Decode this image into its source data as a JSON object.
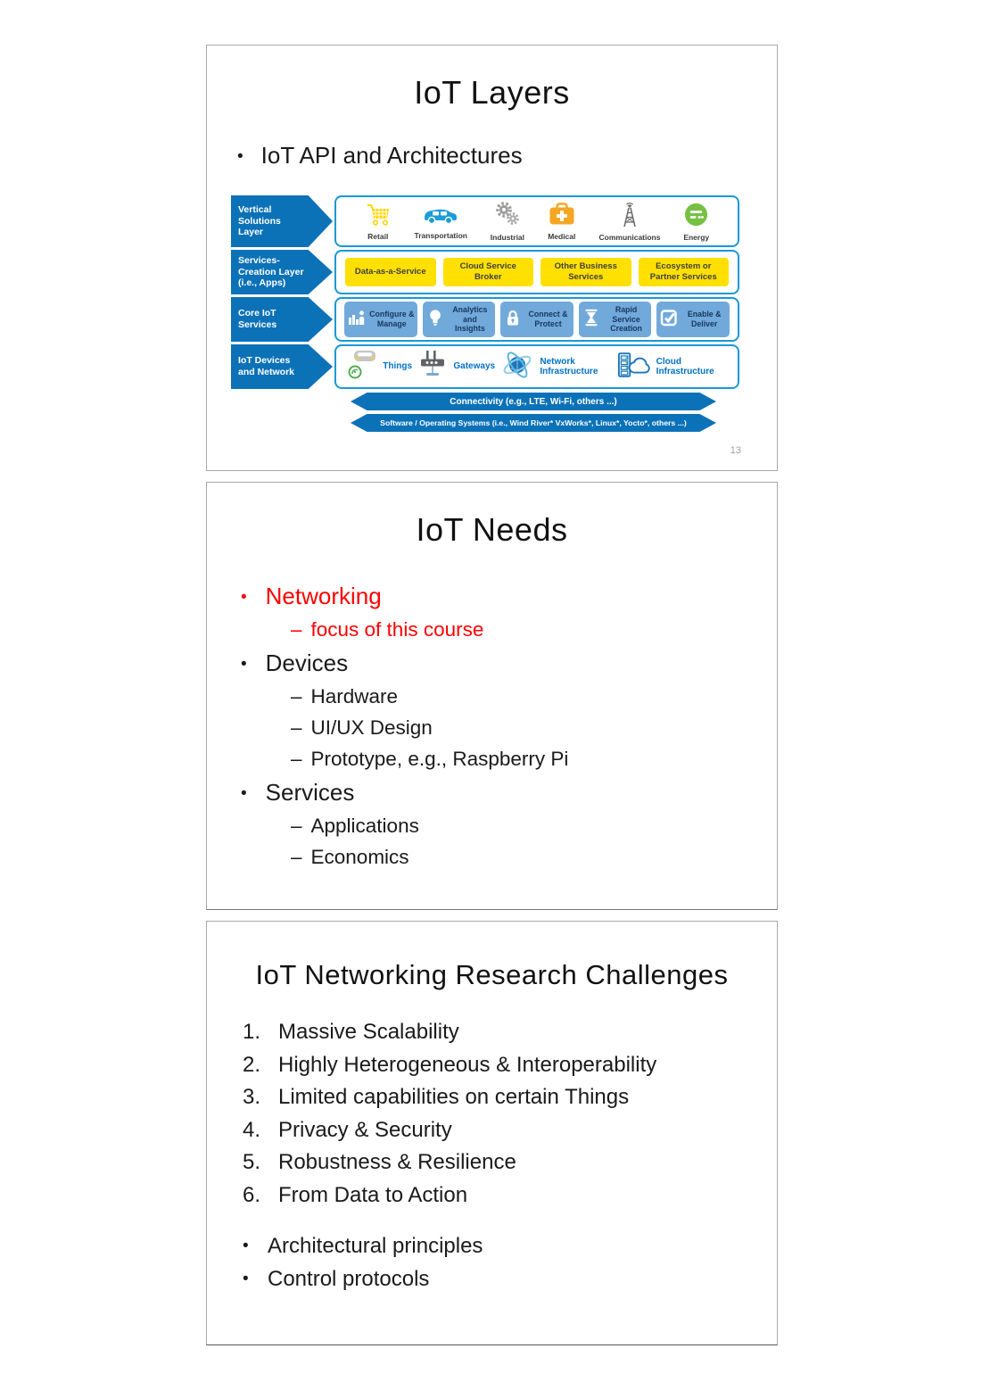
{
  "slide1": {
    "title": "IoT Layers",
    "bullet": "IoT API and Architectures",
    "page_number": "13",
    "diagram": {
      "layers": [
        {
          "label": "Vertical Solutions Layer",
          "items": [
            {
              "icon": "retail-cart-icon",
              "label": "Retail"
            },
            {
              "icon": "transportation-car-icon",
              "label": "Transportation"
            },
            {
              "icon": "industrial-gears-icon",
              "label": "Industrial"
            },
            {
              "icon": "medical-bag-icon",
              "label": "Medical"
            },
            {
              "icon": "communications-tower-icon",
              "label": "Communications"
            },
            {
              "icon": "energy-icon",
              "label": "Energy"
            }
          ]
        },
        {
          "label": "Services-Creation Layer (i.e., Apps)",
          "items": [
            {
              "label": "Data-as-a-Service"
            },
            {
              "label": "Cloud Service Broker"
            },
            {
              "label": "Other Business Services"
            },
            {
              "label": "Ecosystem or Partner Services"
            }
          ]
        },
        {
          "label": "Core IoT Services",
          "items": [
            {
              "icon": "configure-manage-icon",
              "label": "Configure & Manage"
            },
            {
              "icon": "analytics-insights-icon",
              "label": "Analytics and Insights"
            },
            {
              "icon": "connect-protect-icon",
              "label": "Connect & Protect"
            },
            {
              "icon": "rapid-service-creation-icon",
              "label": "Rapid Service Creation"
            },
            {
              "icon": "enable-deliver-icon",
              "label": "Enable & Deliver"
            }
          ]
        },
        {
          "label": "IoT Devices and Network",
          "items": [
            {
              "icon": "things-icon",
              "label": "Things"
            },
            {
              "icon": "gateways-icon",
              "label": "Gateways"
            },
            {
              "icon": "network-infrastructure-icon",
              "label": "Network Infrastructure"
            },
            {
              "icon": "cloud-infrastructure-icon",
              "label": "Cloud Infrastructure"
            }
          ]
        }
      ],
      "connectivity_arrow": "Connectivity (e.g., LTE, Wi-Fi, others ...)",
      "software_arrow": "Software / Operating Systems (i.e., Wind River* VxWorks*, Linux*, Yocto*, others ...)"
    }
  },
  "slide2": {
    "title": "IoT Needs",
    "items": [
      {
        "level": 1,
        "text": "Networking",
        "color": "#FF0000"
      },
      {
        "level": 2,
        "text": "focus of this course",
        "color": "#FF0000"
      },
      {
        "level": 1,
        "text": "Devices",
        "color": "#1a1a1a"
      },
      {
        "level": 2,
        "text": "Hardware",
        "color": "#1a1a1a"
      },
      {
        "level": 2,
        "text": "UI/UX Design",
        "color": "#1a1a1a"
      },
      {
        "level": 2,
        "text": "Prototype, e.g., Raspberry Pi",
        "color": "#1a1a1a"
      },
      {
        "level": 1,
        "text": "Services",
        "color": "#1a1a1a"
      },
      {
        "level": 2,
        "text": "Applications",
        "color": "#1a1a1a"
      },
      {
        "level": 2,
        "text": "Economics",
        "color": "#1a1a1a"
      }
    ]
  },
  "slide3": {
    "title": "IoT Networking Research Challenges",
    "numbered_items": [
      "Massive Scalability",
      "Highly Heterogeneous & Interoperability",
      "Limited capabilities on certain Things",
      "Privacy & Security",
      "Robustness & Resilience",
      "From Data to Action"
    ],
    "bullet_items": [
      "Architectural principles",
      "Control protocols"
    ]
  },
  "colors": {
    "layer_arrow_blue": "#0C72B8",
    "box_border_blue": "#1899D6",
    "services_yellow": "#FFE000",
    "core_box_blue": "#72A9DB",
    "core_text_navy": "#17375E",
    "device_label_blue": "#0071C5",
    "highlight_red": "#FF0000",
    "page_number_gray": "#A0A0A0"
  }
}
